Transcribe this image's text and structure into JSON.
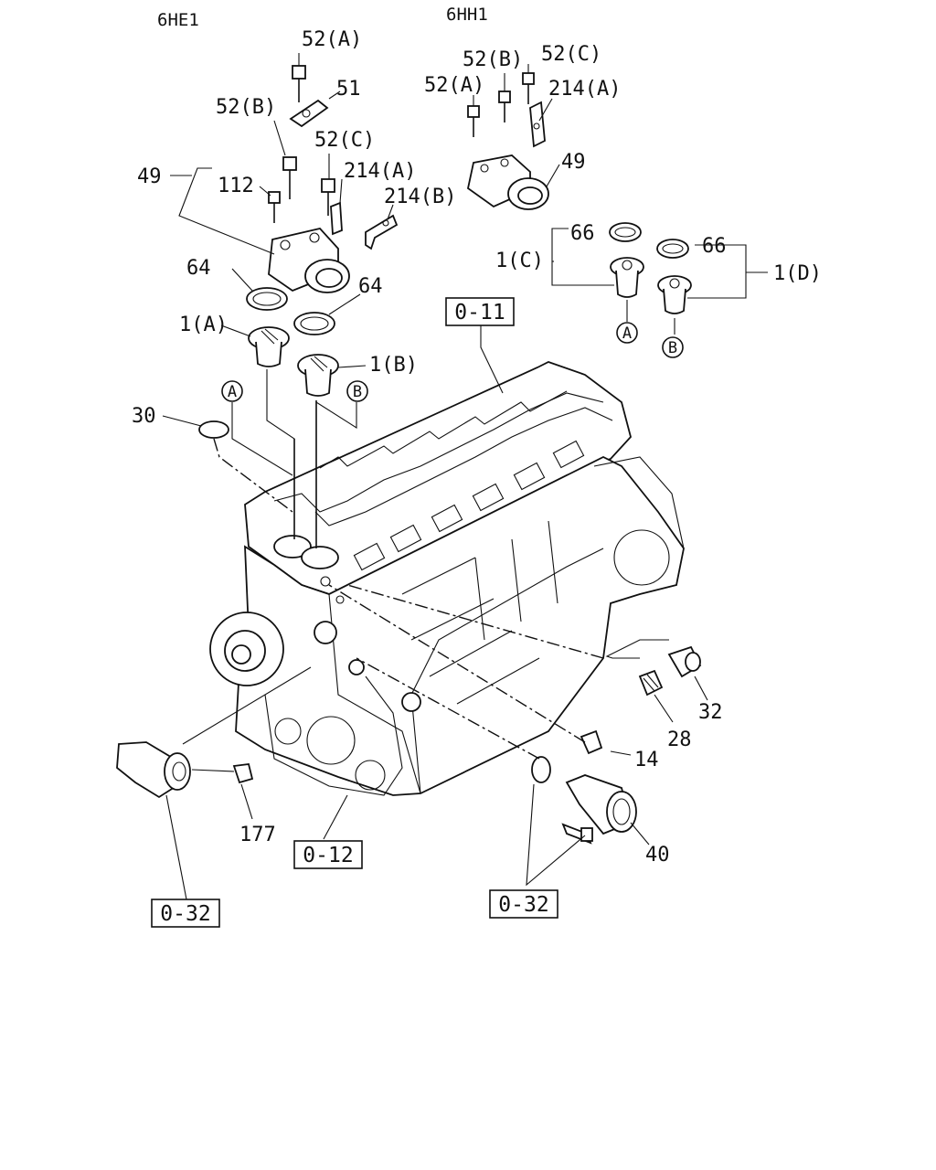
{
  "headers": {
    "left": "6HE1",
    "right": "6HH1"
  },
  "labels": {
    "p52a_left": "52(A)",
    "p51": "51",
    "p52b_left": "52(B)",
    "p52c_left": "52(C)",
    "p49_left": "49",
    "p112": "112",
    "p214a_left": "214(A)",
    "p214b": "214(B)",
    "p64_left": "64",
    "p64_right": "64",
    "p1a": "1(A)",
    "p1b": "1(B)",
    "p30": "30",
    "p52b_right": "52(B)",
    "p52c_right": "52(C)",
    "p52a_right": "52(A)",
    "p214a_right": "214(A)",
    "p49_right": "49",
    "p66_left": "66",
    "p66_right": "66",
    "p1c": "1(C)",
    "p1d": "1(D)",
    "p32": "32",
    "p28": "28",
    "p14": "14",
    "p177": "177",
    "p40": "40"
  },
  "circle_marks": {
    "a_left": "A",
    "b_left": "B",
    "a_right": "A",
    "b_right": "B"
  },
  "ref_boxes": {
    "r011": "0-11",
    "r012": "0-12",
    "r032_left": "0-32",
    "r032_right": "0-32"
  }
}
